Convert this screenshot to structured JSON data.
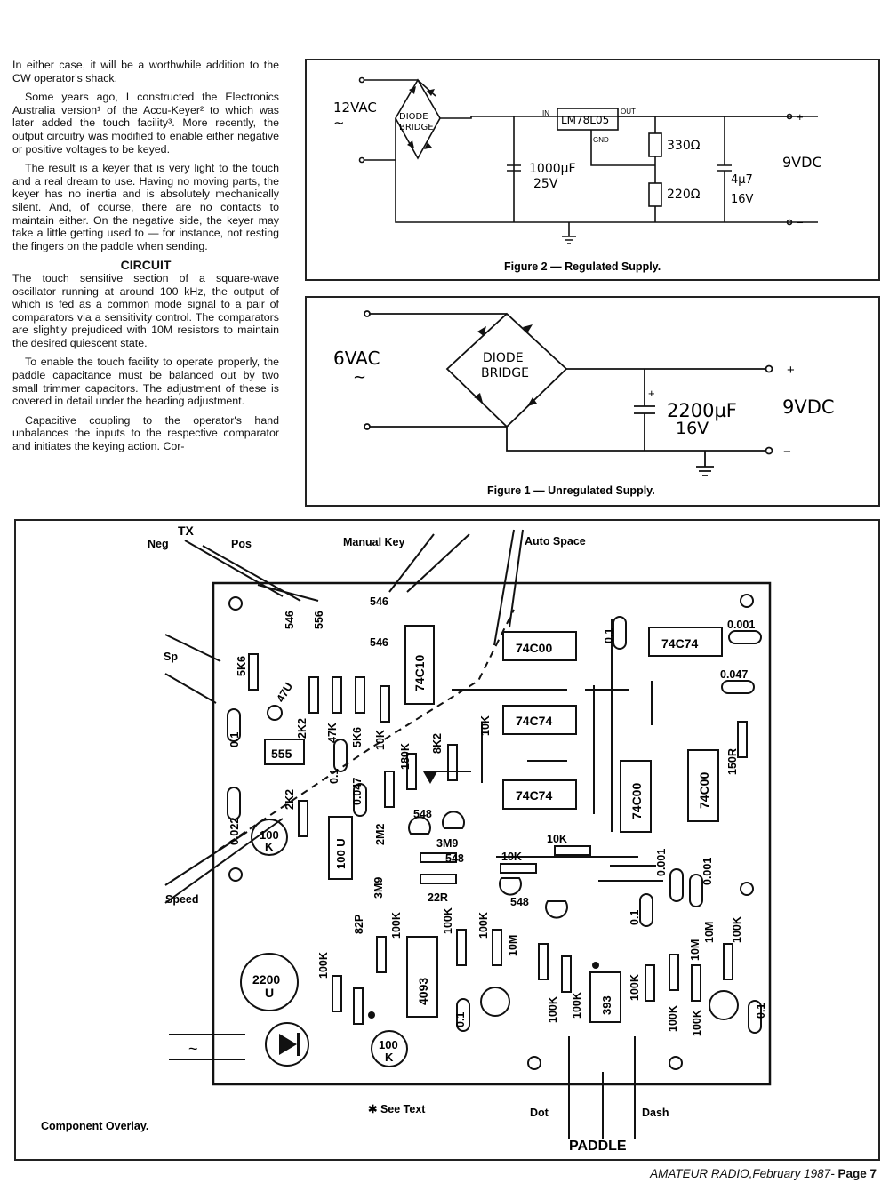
{
  "article": {
    "para1": "In either case, it will be a worthwhile addition to the CW operator's shack.",
    "para2": "Some years ago, I constructed the Electronics Australia version¹ of the Accu-Keyer² to which was later added the touch facility³. More recently, the output circuitry was modified to enable either negative or positive voltages to be keyed.",
    "para3": "The result is a keyer that is very light to the touch and a real dream to use. Having no moving parts, the keyer has no inertia and is absolutely mechanically silent. And, of course, there are no contacts to maintain either. On the negative side, the keyer may take a little getting used to — for instance, not resting the fingers on the paddle when sending.",
    "heading": "CIRCUIT",
    "para4": "The touch sensitive section of a square-wave oscillator running at around 100 kHz, the output of which is fed as a common mode signal to a pair of comparators via a sensitivity control. The comparators are slightly prejudiced with 10M resistors to maintain the desired quiescent state.",
    "para5": "To enable the touch facility to operate properly, the paddle capacitance must be balanced out by two small trimmer capacitors. The adjustment of these is covered in detail under the heading adjustment.",
    "para6": "Capacitive coupling to the operator's hand unbalances the inputs to the respective comparator and initiates the keying action. Cor-"
  },
  "fig2": {
    "caption": "Figure 2 — Regulated Supply.",
    "input": "12VAC",
    "bridge1": "DIODE",
    "bridge2": "BRIDGE",
    "reg": "LM78L05",
    "reg_in": "IN",
    "reg_out": "OUT",
    "reg_gnd": "GND",
    "cap1a": "1000µF",
    "cap1b": "25V",
    "r1": "330Ω",
    "r2": "220Ω",
    "cap2a": "4µ7",
    "cap2b": "16V",
    "out": "9VDC",
    "plus": "+",
    "minus": "−"
  },
  "fig1": {
    "caption": "Figure 1 — Unregulated Supply.",
    "input": "6VAC",
    "bridge1": "DIODE",
    "bridge2": "BRIDGE",
    "cap_a": "2200µF",
    "cap_b": "16V",
    "out": "9VDC",
    "plus": "+",
    "minus": "−"
  },
  "overlay": {
    "caption": "Component Overlay.",
    "see_text": "✱ See Text",
    "tx": "TX",
    "neg": "Neg",
    "pos": "Pos",
    "manual_key": "Manual Key",
    "auto_space": "Auto Space",
    "sp": "Sp",
    "speed": "Speed",
    "dot": "Dot",
    "dash": "Dash",
    "paddle": "PADDLE",
    "ac": "~",
    "ic1": "74C10",
    "ic2": "74C00",
    "ic3": "74C74",
    "ic4": "74C74",
    "ic5": "74C74",
    "ic6": "74C00",
    "ic7": "74C00",
    "ic8": "555",
    "ic9": "4093",
    "ic10": "393",
    "pot1": "100",
    "pot1b": "K",
    "pot2": "100",
    "pot2b": "K",
    "cap_big": "2200",
    "cap_bigb": "U",
    "c100u": "100 U",
    "labels": [
      "546",
      "556",
      "546",
      "546",
      "5K6",
      "47U",
      "2K2",
      "47K",
      "5K6",
      "10K",
      "0.1",
      "0.1",
      "2K2",
      "0.047",
      "0.022",
      "180K",
      "8K2",
      "10K",
      "2M2",
      "548",
      "3M9",
      "22R",
      "3M9",
      "10K",
      "10K",
      "548",
      "548",
      "0.1",
      "0.001",
      "0.047",
      "150R",
      "0.001",
      "0.001",
      "0.1",
      "100K",
      "10M",
      "100K",
      "82P",
      "100K",
      "100K",
      "100K",
      "10M",
      "100K",
      "100K",
      "100K",
      "10M",
      "100K",
      "100K",
      "0.1",
      "0.1"
    ]
  },
  "footer": {
    "journal": "AMATEUR RADIO,",
    "date": "February 1987-",
    "page": "Page 7"
  }
}
